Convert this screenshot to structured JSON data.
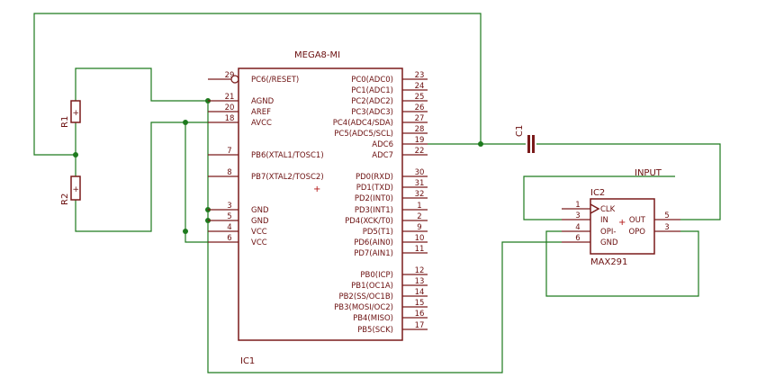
{
  "ic1": {
    "label": "MEGA8-MI",
    "name": "IC1",
    "left_pins": [
      {
        "num": "29",
        "name": "PC6(/RESET)"
      },
      {
        "num": "21",
        "name": "AGND"
      },
      {
        "num": "20",
        "name": "AREF"
      },
      {
        "num": "18",
        "name": "AVCC"
      },
      {
        "num": "7",
        "name": "PB6(XTAL1/TOSC1)"
      },
      {
        "num": "8",
        "name": "PB7(XTAL2/TOSC2)"
      },
      {
        "num": "3",
        "name": "GND"
      },
      {
        "num": "5",
        "name": "GND"
      },
      {
        "num": "4",
        "name": "VCC"
      },
      {
        "num": "6",
        "name": "VCC"
      }
    ],
    "right_pins": [
      {
        "num": "23",
        "name": "PC0(ADC0)"
      },
      {
        "num": "24",
        "name": "PC1(ADC1)"
      },
      {
        "num": "25",
        "name": "PC2(ADC2)"
      },
      {
        "num": "26",
        "name": "PC3(ADC3)"
      },
      {
        "num": "27",
        "name": "PC4(ADC4/SDA)"
      },
      {
        "num": "28",
        "name": "PC5(ADC5/SCL)"
      },
      {
        "num": "19",
        "name": "ADC6"
      },
      {
        "num": "22",
        "name": "ADC7"
      },
      {
        "num": "30",
        "name": "PD0(RXD)"
      },
      {
        "num": "31",
        "name": "PD1(TXD)"
      },
      {
        "num": "32",
        "name": "PD2(INT0)"
      },
      {
        "num": "1",
        "name": "PD3(INT1)"
      },
      {
        "num": "2",
        "name": "PD4(XCK/T0)"
      },
      {
        "num": "9",
        "name": "PD5(T1)"
      },
      {
        "num": "10",
        "name": "PD6(AIN0)"
      },
      {
        "num": "11",
        "name": "PD7(AIN1)"
      },
      {
        "num": "12",
        "name": "PB0(ICP)"
      },
      {
        "num": "13",
        "name": "PB1(OC1A)"
      },
      {
        "num": "14",
        "name": "PB2(SS/OC1B)"
      },
      {
        "num": "15",
        "name": "PB3(MOSI/OC2)"
      },
      {
        "num": "16",
        "name": "PB4(MISO)"
      },
      {
        "num": "17",
        "name": "PB5(SCK)"
      }
    ]
  },
  "ic2": {
    "label": "IC2",
    "part": "MAX291",
    "left_pins": [
      {
        "num": "1",
        "name": "CLK"
      },
      {
        "num": "3",
        "name": "IN"
      },
      {
        "num": "4",
        "name": "OPI-"
      },
      {
        "num": "6",
        "name": "GND"
      }
    ],
    "right_pins": [
      {
        "num": "5",
        "name": "OUT"
      },
      {
        "num": "3",
        "name": "OPO"
      }
    ]
  },
  "r1": {
    "name": "R1"
  },
  "r2": {
    "name": "R2"
  },
  "c1": {
    "name": "C1"
  },
  "input_label": "INPUT",
  "colors": {
    "part": "#7a1a1a",
    "wire": "#1d7a1d",
    "text": "#6b0f0f",
    "background": "#ffffff"
  }
}
